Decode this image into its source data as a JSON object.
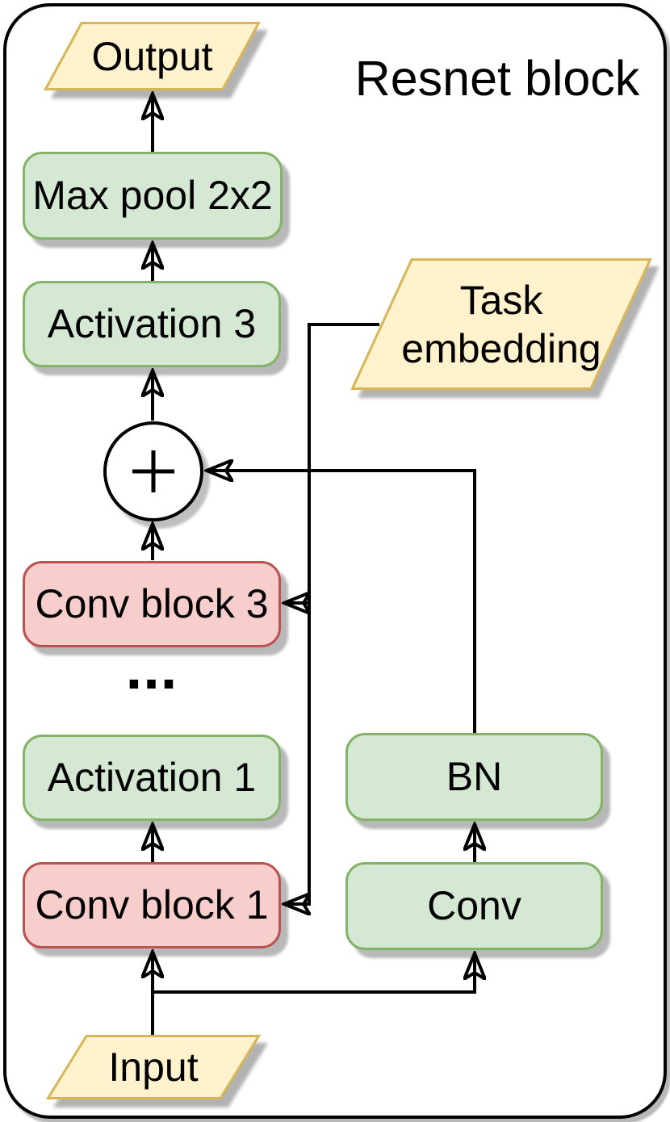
{
  "diagram": {
    "title": "Resnet block",
    "nodes": {
      "output": {
        "label": "Output",
        "shape": "parallelogram",
        "fill": "#FFF2CC"
      },
      "max_pool": {
        "label": "Max pool 2x2",
        "shape": "rounded-box",
        "fill": "#D5E8D4"
      },
      "activation_3": {
        "label": "Activation 3",
        "shape": "rounded-box",
        "fill": "#D5E8D4"
      },
      "sum": {
        "symbol": "+",
        "shape": "circle",
        "fill": "#FFFFFF"
      },
      "conv_block_3": {
        "label": "Conv block 3",
        "shape": "rounded-box",
        "fill": "#F8CECC"
      },
      "ellipsis": {
        "label": "...",
        "shape": "text"
      },
      "activation_1": {
        "label": "Activation 1",
        "shape": "rounded-box",
        "fill": "#D5E8D4"
      },
      "conv_block_1": {
        "label": "Conv block 1",
        "shape": "rounded-box",
        "fill": "#F8CECC"
      },
      "input": {
        "label": "Input",
        "shape": "parallelogram",
        "fill": "#FFF2CC"
      },
      "task_embedding": {
        "label": "Task\nembedding",
        "shape": "parallelogram",
        "fill": "#FFF2CC"
      },
      "bn": {
        "label": "BN",
        "shape": "rounded-box",
        "fill": "#D5E8D4"
      },
      "conv": {
        "label": "Conv",
        "shape": "rounded-box",
        "fill": "#D5E8D4"
      }
    },
    "edges": [
      {
        "from": "max_pool",
        "to": "output"
      },
      {
        "from": "activation_3",
        "to": "max_pool"
      },
      {
        "from": "sum",
        "to": "activation_3"
      },
      {
        "from": "conv_block_3",
        "to": "sum"
      },
      {
        "from": "conv_block_1",
        "to": "activation_1"
      },
      {
        "from": "input",
        "to": "conv_block_1"
      },
      {
        "from": "input",
        "to": "conv"
      },
      {
        "from": "conv",
        "to": "bn"
      },
      {
        "from": "bn",
        "to": "sum"
      },
      {
        "from": "task_embedding",
        "to": "conv_block_3"
      },
      {
        "from": "task_embedding",
        "to": "conv_block_1"
      }
    ],
    "colors": {
      "green_fill": "#D5E8D4",
      "green_stroke": "#82B366",
      "red_fill": "#F8CECC",
      "red_stroke": "#B85450",
      "yellow_fill": "#FFF2CC",
      "yellow_stroke": "#D6B656",
      "line": "#000000",
      "background": "#FFFFFF"
    }
  }
}
